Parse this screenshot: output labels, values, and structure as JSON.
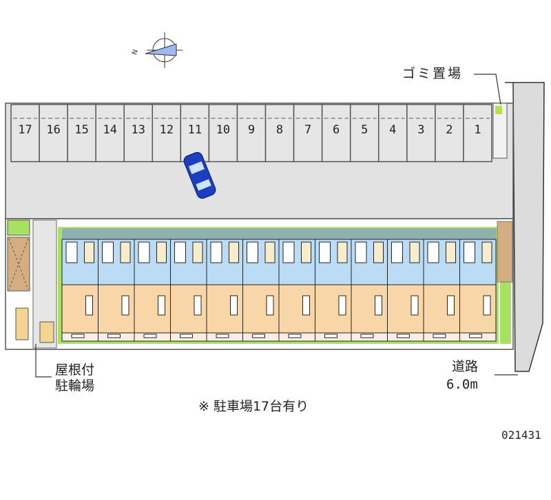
{
  "compass": {
    "north_label": "N"
  },
  "labels": {
    "garbage": "ゴミ置場",
    "bike_line1": "屋根付",
    "bike_line2": "駐輪場",
    "road_line1": "道路",
    "road_line2": "6.0m",
    "parking_note": "※ 駐車場17台有り",
    "property_id": "021431"
  },
  "parking_slots": [
    "17",
    "16",
    "15",
    "14",
    "13",
    "12",
    "11",
    "10",
    "9",
    "8",
    "7",
    "6",
    "5",
    "4",
    "3",
    "2",
    "1"
  ],
  "building": {
    "unit_count": 12
  },
  "colors": {
    "lot": "#e2e2e2",
    "road": "#dcdcdc",
    "kitchen_blue": "#bcdcf6",
    "room_orange": "#f9d6a8",
    "green": "#a8e060",
    "car": "#1a3fc0"
  }
}
